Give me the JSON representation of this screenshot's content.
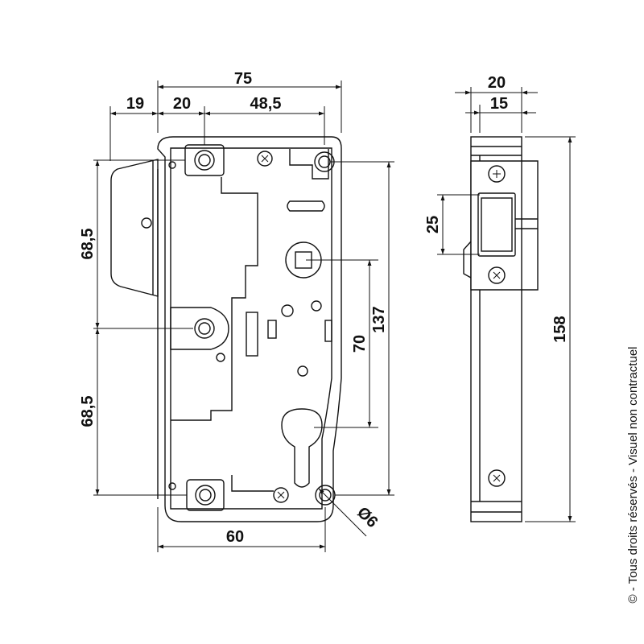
{
  "front_view": {
    "dim_overall_width": "75",
    "dim_offset_left": "19",
    "dim_hole_spacing_a": "20",
    "dim_hole_spacing_b": "48,5",
    "dim_upper_height": "68,5",
    "dim_lower_height": "68,5",
    "dim_height_137": "137",
    "dim_height_70": "70",
    "dim_bottom_width": "60",
    "dim_hole_diameter": "Ø6"
  },
  "side_view": {
    "dim_width_20": "20",
    "dim_width_15": "15",
    "dim_latch_25": "25",
    "dim_height_158": "158"
  },
  "footer": {
    "copyright": "© - Tous droits réservés - Visuel non contractuel"
  }
}
